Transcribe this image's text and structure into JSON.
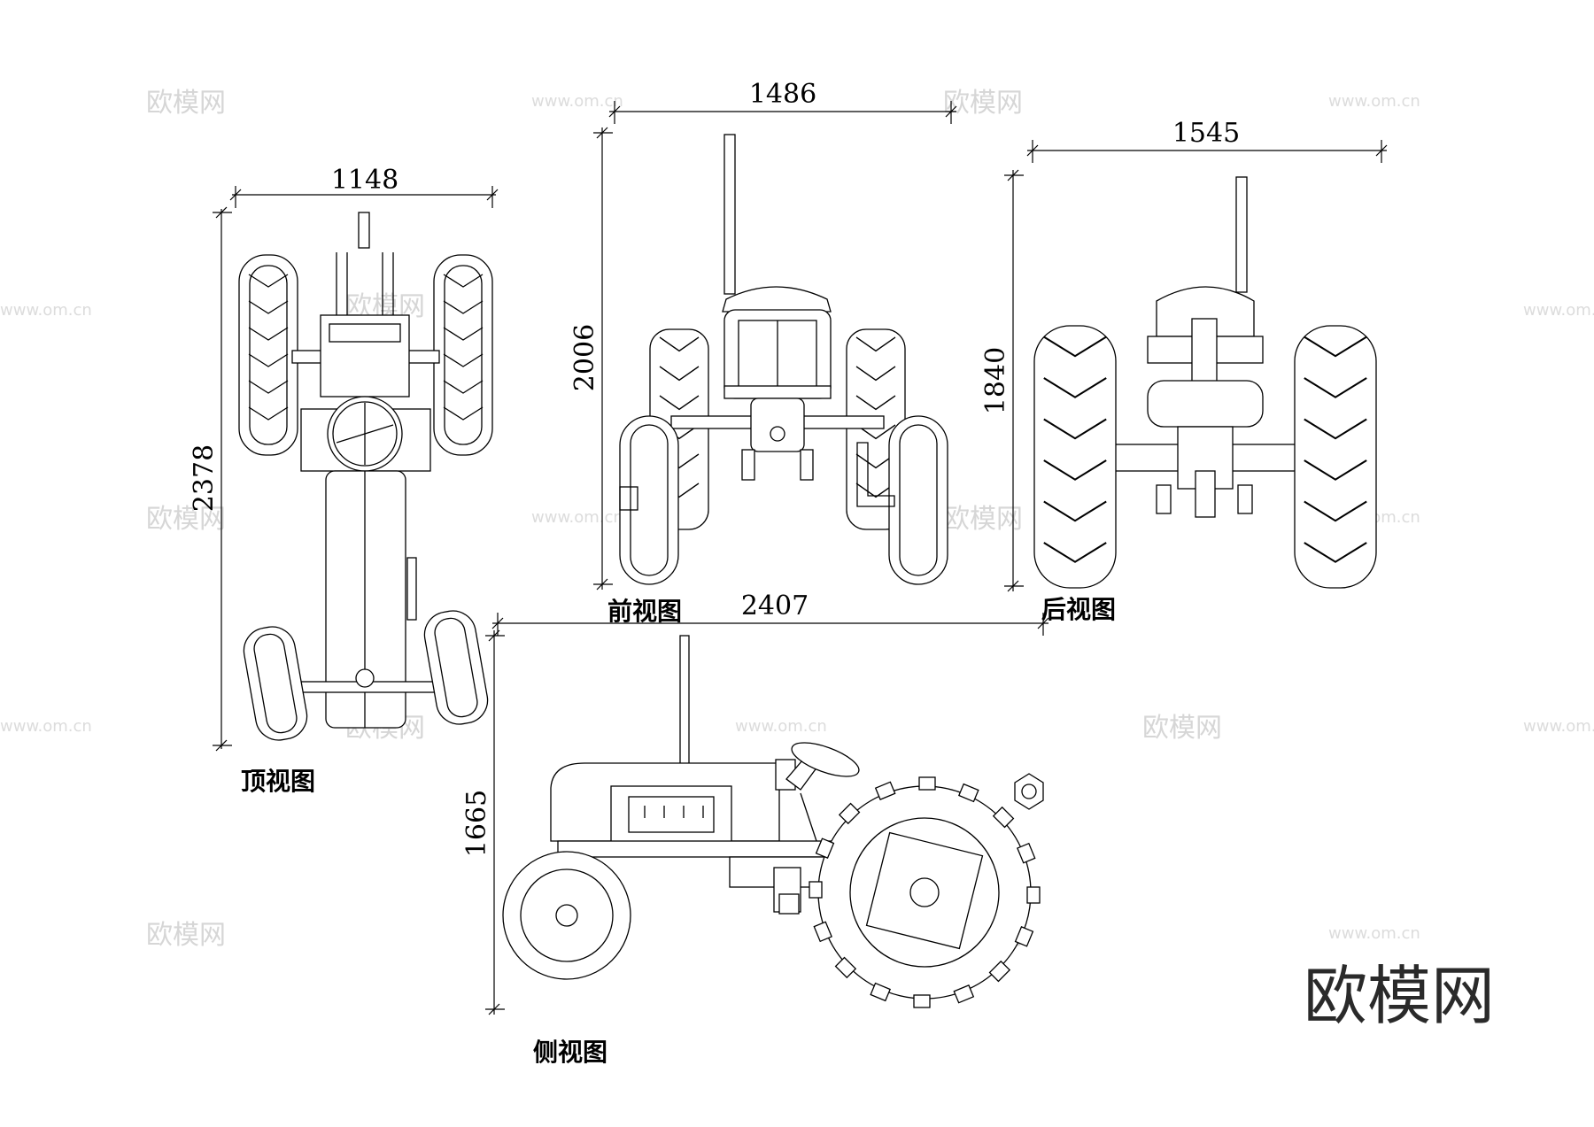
{
  "dimensions": {
    "top_width": "1148",
    "top_length": "2378",
    "front_width": "1486",
    "front_height": "2006",
    "rear_width": "1545",
    "rear_height": "1840",
    "side_length": "2407",
    "side_height": "1665"
  },
  "captions": {
    "top": "顶视图",
    "front": "前视图",
    "rear": "后视图",
    "side": "侧视图"
  },
  "watermark": {
    "brand": "欧模网",
    "url": "www.om.cn"
  },
  "colors": {
    "line": "#000000",
    "watermark": "#d6d6d6",
    "background": "#ffffff"
  }
}
